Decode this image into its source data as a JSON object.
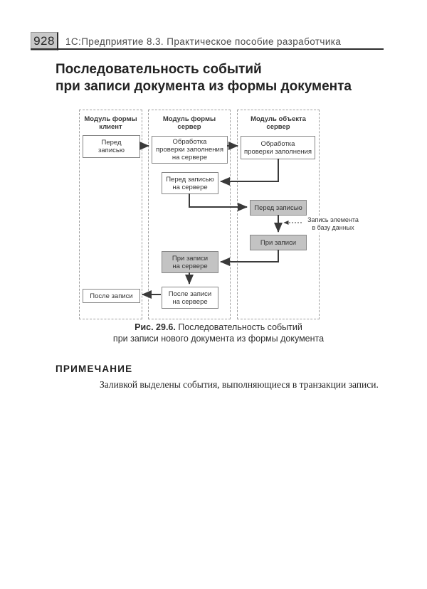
{
  "header": {
    "page_number": "928",
    "book_title": "1С:Предприятие 8.3. Практическое пособие разработчика"
  },
  "title": {
    "line1": "Последовательность событий",
    "line2": "при записи документа из формы документа"
  },
  "diagram": {
    "lanes": [
      {
        "title_line1": "Модуль формы",
        "title_line2": "клиент"
      },
      {
        "title_line1": "Модуль формы",
        "title_line2": "сервер"
      },
      {
        "title_line1": "Модуль объекта",
        "title_line2": "сервер"
      }
    ],
    "boxes": [
      {
        "lines": [
          "Перед",
          "записью"
        ],
        "shaded": false
      },
      {
        "lines": [
          "Обработка",
          "проверки заполнения",
          "на сервере"
        ],
        "shaded": false
      },
      {
        "lines": [
          "Обработка",
          "проверки заполнения"
        ],
        "shaded": false
      },
      {
        "lines": [
          "Перед записью",
          "на сервере"
        ],
        "shaded": false
      },
      {
        "lines": [
          "Перед записью"
        ],
        "shaded": true
      },
      {
        "lines": [
          "При записи"
        ],
        "shaded": true
      },
      {
        "lines": [
          "При записи",
          "на сервере"
        ],
        "shaded": true
      },
      {
        "lines": [
          "После записи",
          "на сервере"
        ],
        "shaded": false
      },
      {
        "lines": [
          "После записи"
        ],
        "shaded": false
      }
    ],
    "annotation": {
      "line1": "Запись элемента",
      "line2": "в базу данных"
    },
    "colors": {
      "shaded_box_fill": "#c3c3c3",
      "box_border": "#868686",
      "lane_border": "#9e9e9e",
      "arrow": "#3a3a3a"
    }
  },
  "caption": {
    "label": "Рис. 29.6.",
    "line1_rest": "Последовательность событий",
    "line2": "при записи нового документа из формы документа"
  },
  "note": {
    "heading": "ПРИМЕЧАНИЕ",
    "text": "Заливкой выделены события, выполняющиеся в транзакции записи."
  }
}
